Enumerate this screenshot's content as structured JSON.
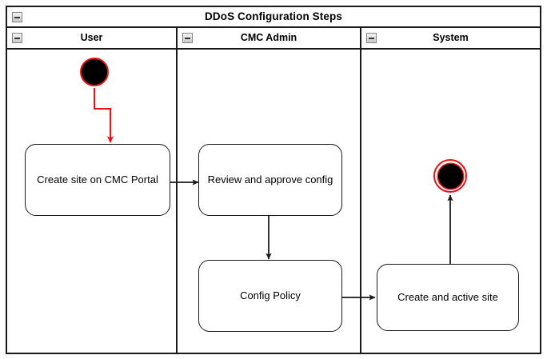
{
  "diagram": {
    "title": "DDoS Configuration Steps",
    "type": "uml-activity-diagram-swimlanes",
    "collapse_icon": "minus-box-icon",
    "colors": {
      "frame_border": "#1a1a1a",
      "node_border": "#1a1a1a",
      "initial_node_fill": "#000000",
      "initial_node_ring": "#ee1111",
      "final_node_fill": "#000000",
      "final_node_ring": "#ee1111",
      "flow_default": "#1a1a1a",
      "flow_highlight": "#ee1111",
      "text": "#000000",
      "background": "#ffffff"
    },
    "lanes": [
      {
        "id": "user",
        "label": "User"
      },
      {
        "id": "cmc-admin",
        "label": "CMC Admin"
      },
      {
        "id": "system",
        "label": "System"
      }
    ],
    "nodes": [
      {
        "id": "start",
        "kind": "initial",
        "lane": "user",
        "label": ""
      },
      {
        "id": "create-site",
        "kind": "action",
        "lane": "user",
        "label": "Create site on CMC Portal"
      },
      {
        "id": "review-approve",
        "kind": "action",
        "lane": "cmc-admin",
        "label": "Review and approve config"
      },
      {
        "id": "config-policy",
        "kind": "action",
        "lane": "cmc-admin",
        "label": "Config Policy"
      },
      {
        "id": "create-active-site",
        "kind": "action",
        "lane": "system",
        "label": "Create and active site"
      },
      {
        "id": "end",
        "kind": "final",
        "lane": "system",
        "label": ""
      }
    ],
    "flows": [
      {
        "from": "start",
        "to": "create-site",
        "color": "#ee1111",
        "style": "orthogonal"
      },
      {
        "from": "create-site",
        "to": "review-approve",
        "color": "#1a1a1a",
        "style": "horizontal"
      },
      {
        "from": "review-approve",
        "to": "config-policy",
        "color": "#1a1a1a",
        "style": "vertical"
      },
      {
        "from": "config-policy",
        "to": "create-active-site",
        "color": "#1a1a1a",
        "style": "horizontal"
      },
      {
        "from": "create-active-site",
        "to": "end",
        "color": "#1a1a1a",
        "style": "vertical"
      }
    ]
  }
}
